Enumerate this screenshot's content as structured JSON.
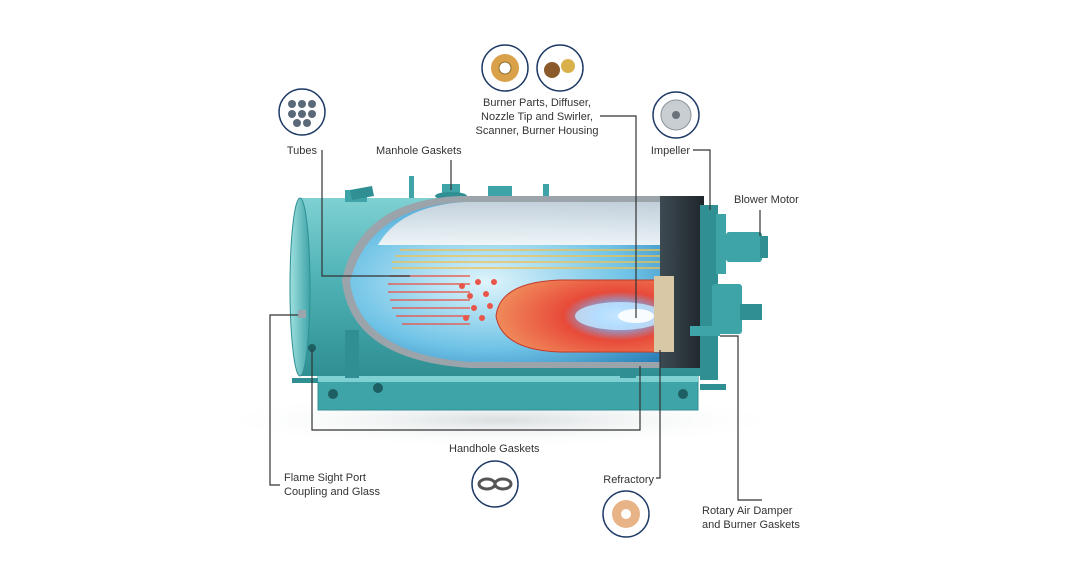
{
  "callouts": {
    "burner_parts": "Burner Parts, Diffuser,\nNozzle Tip and Swirler,\nScanner, Burner Housing",
    "tubes": "Tubes",
    "manhole_gaskets": "Manhole Gaskets",
    "impeller": "Impeller",
    "blower_motor": "Blower Motor",
    "handhole_gaskets": "Handhole Gaskets",
    "flame_sight_port": "Flame Sight Port\nCoupling and Glass",
    "refractory": "Refractory",
    "rotary_air_damper": "Rotary Air Damper\nand Burner Gaskets"
  },
  "colors": {
    "shell": "#4fb3b6",
    "shell_dark": "#2f8f93",
    "leader_line": "#333333",
    "thumb_ring": "#1f3b66"
  },
  "icons": [
    "burner-diffuser-icon",
    "nozzle-tip-icon",
    "tubes-bundle-icon",
    "impeller-icon",
    "handhole-gasket-icon",
    "refractory-icon"
  ]
}
